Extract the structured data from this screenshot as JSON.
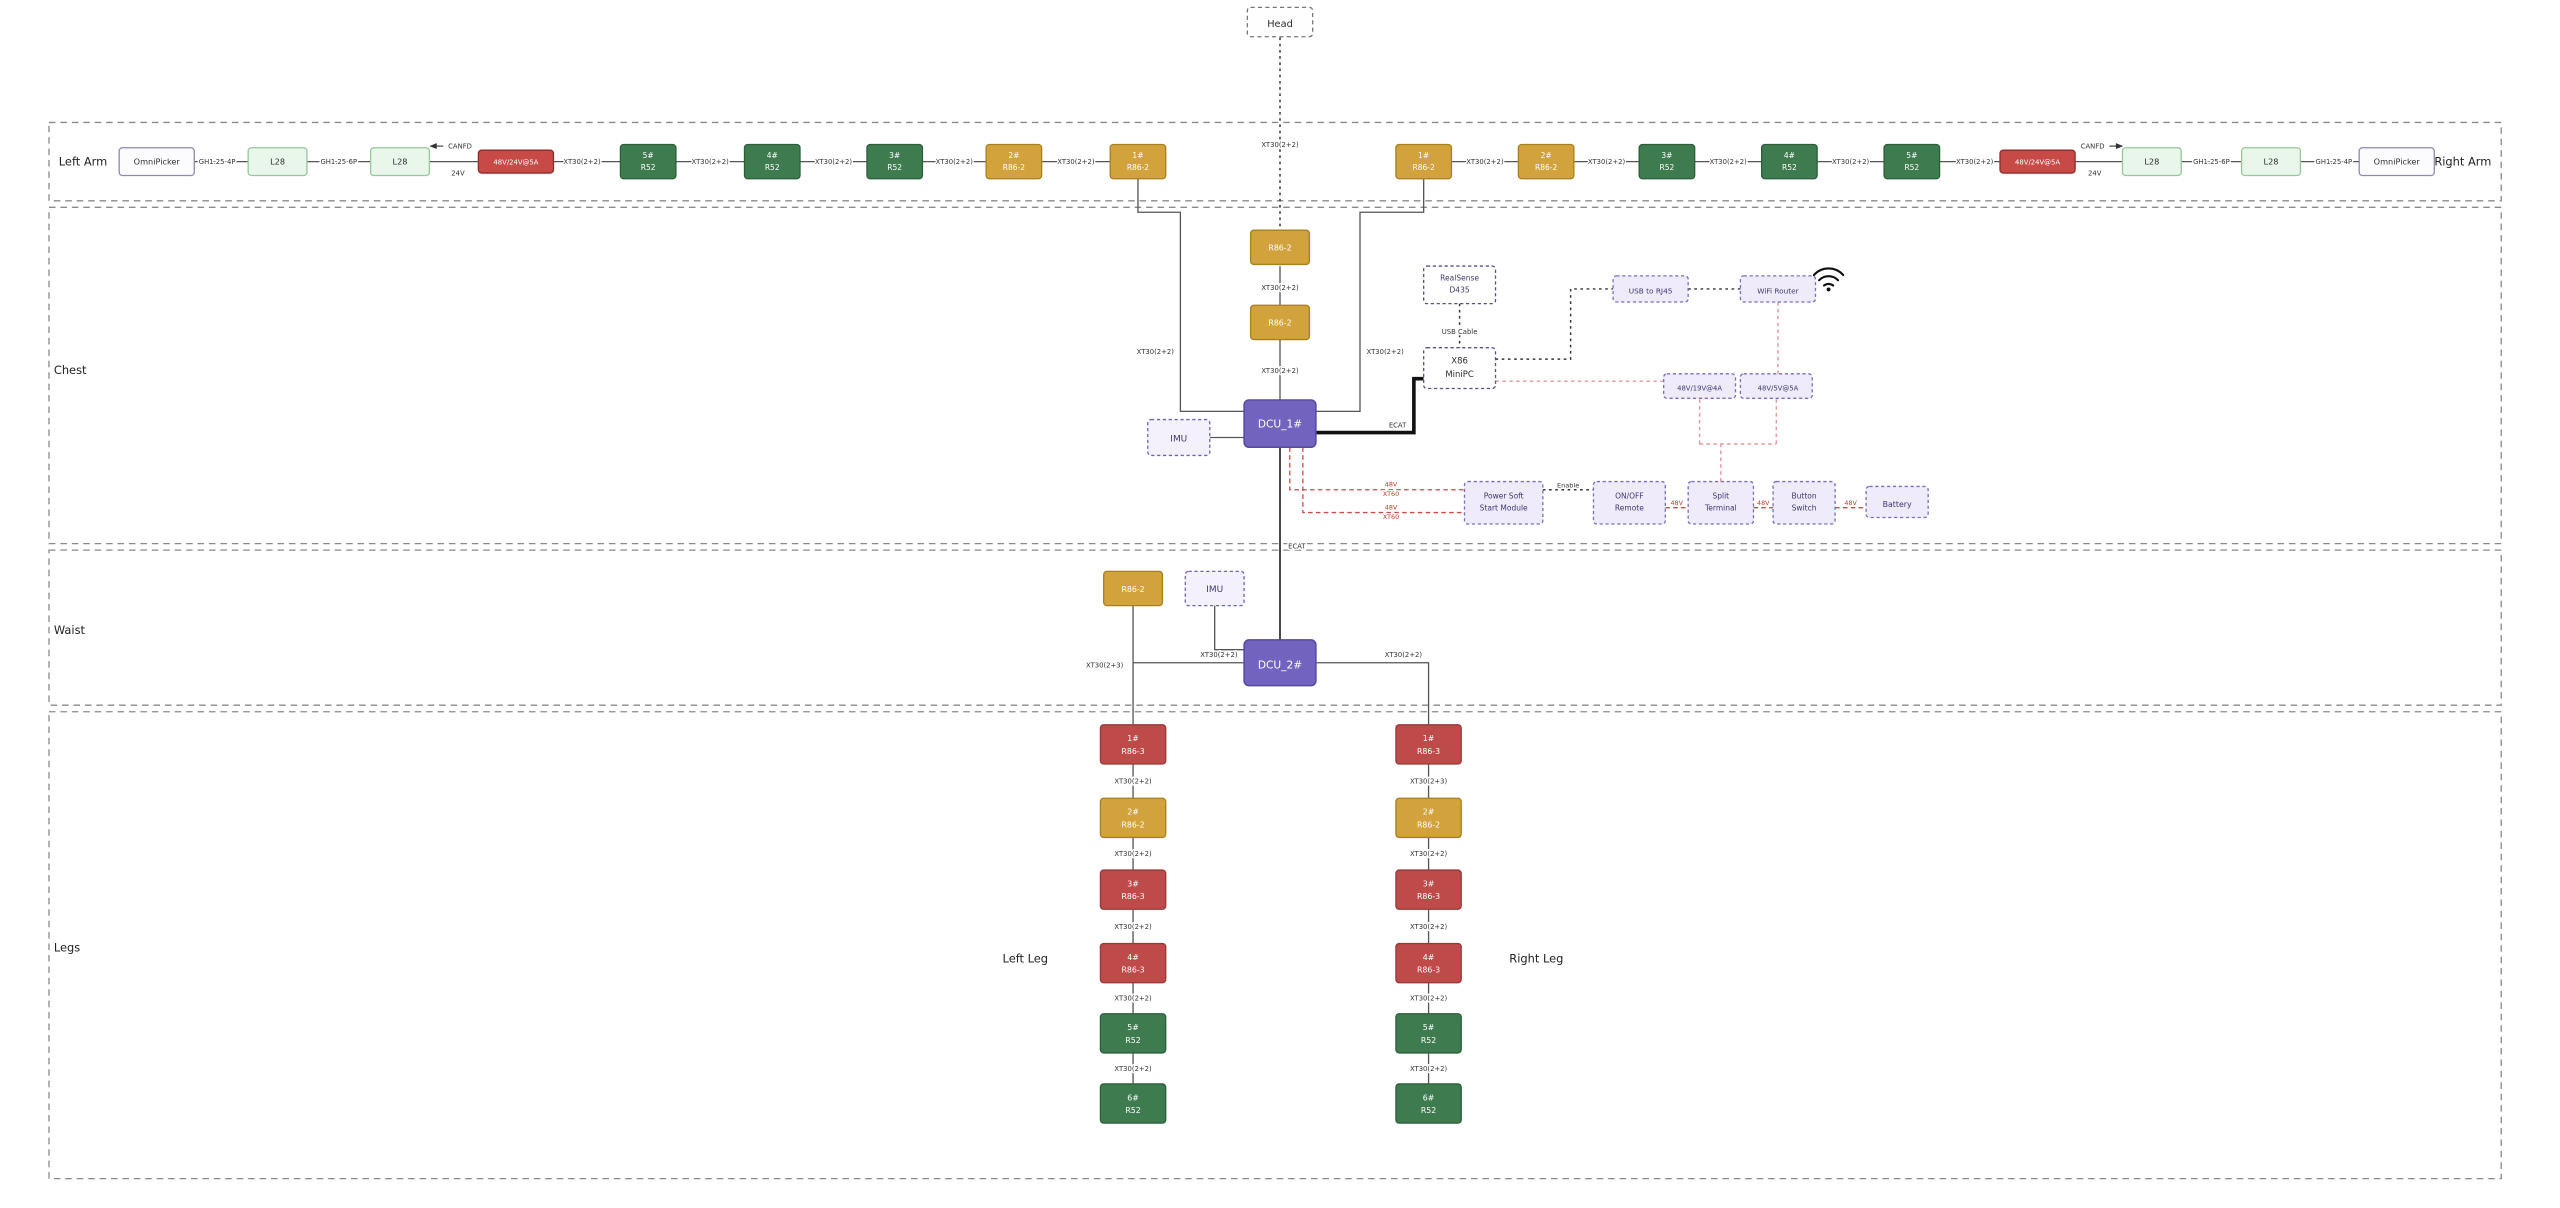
{
  "head": {
    "label": "Head",
    "connector": "XT30(2+2)"
  },
  "sections": {
    "left_arm": "Left Arm",
    "right_arm": "Right Arm",
    "chest": "Chest",
    "waist": "Waist",
    "legs": "Legs",
    "left_leg": "Left Leg",
    "right_leg": "Right Leg"
  },
  "left_arm": {
    "nodes": [
      {
        "id": "",
        "name": "OmniPicker",
        "type": "pick"
      },
      {
        "id": "",
        "name": "L28",
        "type": "lite"
      },
      {
        "id": "",
        "name": "L28",
        "type": "lite"
      },
      {
        "id": "",
        "name": "48V/24V@5A",
        "type": "power"
      },
      {
        "id": "5#",
        "name": "R52",
        "type": "green"
      },
      {
        "id": "4#",
        "name": "R52",
        "type": "green"
      },
      {
        "id": "3#",
        "name": "R52",
        "type": "green"
      },
      {
        "id": "2#",
        "name": "R86-2",
        "type": "gold"
      },
      {
        "id": "1#",
        "name": "R86-2",
        "type": "gold"
      }
    ],
    "links": [
      {
        "label": "GH1.25-4P"
      },
      {
        "label": "GH1.25-6P"
      },
      {
        "label": "CANFD",
        "label2": "24V",
        "arrow": "left"
      },
      {
        "label": "XT30(2+2)"
      },
      {
        "label": "XT30(2+2)"
      },
      {
        "label": "XT30(2+2)"
      },
      {
        "label": "XT30(2+2)"
      },
      {
        "label": "XT30(2+2)"
      }
    ],
    "to_dcu": "XT30(2+2)"
  },
  "right_arm": {
    "nodes": [
      {
        "id": "1#",
        "name": "R86-2",
        "type": "gold"
      },
      {
        "id": "2#",
        "name": "R86-2",
        "type": "gold"
      },
      {
        "id": "3#",
        "name": "R52",
        "type": "green"
      },
      {
        "id": "4#",
        "name": "R52",
        "type": "green"
      },
      {
        "id": "5#",
        "name": "R52",
        "type": "green"
      },
      {
        "id": "",
        "name": "48V/24V@5A",
        "type": "power"
      },
      {
        "id": "",
        "name": "L28",
        "type": "lite"
      },
      {
        "id": "",
        "name": "L28",
        "type": "lite"
      },
      {
        "id": "",
        "name": "OmniPicker",
        "type": "pick"
      }
    ],
    "links": [
      {
        "label": "XT30(2+2)"
      },
      {
        "label": "XT30(2+2)"
      },
      {
        "label": "XT30(2+2)"
      },
      {
        "label": "XT30(2+2)"
      },
      {
        "label": "XT30(2+2)"
      },
      {
        "label": "CANFD",
        "label2": "24V",
        "arrow": "right"
      },
      {
        "label": "GH1.25-6P"
      },
      {
        "label": "GH1.25-4P"
      }
    ],
    "to_dcu": "XT30(2+2)"
  },
  "chest": {
    "motors": [
      "R86-2",
      "R86-2"
    ],
    "motor_links": [
      "XT30(2+2)",
      "XT30(2+2)"
    ],
    "dcu1": "DCU_1#",
    "imu": "IMU",
    "realsense": {
      "line1": "RealSense",
      "line2": "D435"
    },
    "pc": {
      "line1": "X86",
      "line2": "MiniPC"
    },
    "usb_rj45": "USB to RJ45",
    "wifi_router": "WiFi Router",
    "brick_19v": "48V/19V@4A",
    "brick_5v": "48V/5V@5A",
    "soft_start": {
      "line1": "Power Soft",
      "line2": "Start Module"
    },
    "remote": {
      "line1": "ON/OFF",
      "line2": "Remote"
    },
    "split": {
      "line1": "Split",
      "line2": "Terminal"
    },
    "button": {
      "line1": "Button",
      "line2": "Switch"
    },
    "battery": "Battery",
    "labels": {
      "usb_cable": "USB Cable",
      "ecat": "ECAT",
      "enable": "Enable",
      "wire_a1": "48V",
      "wire_a2": "XT60",
      "wire_b1": "48V",
      "wire_b2": "XT60",
      "wire_remote_split": "48V",
      "wire_split_button": "48V",
      "wire_button_battery": "48V"
    }
  },
  "waist": {
    "motor": "R86-2",
    "imu": "IMU",
    "dcu2": "DCU_2#",
    "ecat": "ECAT",
    "link_motor": "XT30(2+2)",
    "link_left": "XT30(2+3)",
    "link_right": "XT30(2+2)"
  },
  "legs": {
    "left": {
      "nodes": [
        {
          "id": "1#",
          "name": "R86-3",
          "type": "red"
        },
        {
          "id": "2#",
          "name": "R86-2",
          "type": "gold"
        },
        {
          "id": "3#",
          "name": "R86-3",
          "type": "red"
        },
        {
          "id": "4#",
          "name": "R86-3",
          "type": "red"
        },
        {
          "id": "5#",
          "name": "R52",
          "type": "green"
        },
        {
          "id": "6#",
          "name": "R52",
          "type": "green"
        }
      ],
      "links": [
        "XT30(2+2)",
        "XT30(2+2)",
        "XT30(2+2)",
        "XT30(2+2)",
        "XT30(2+2)"
      ]
    },
    "right": {
      "nodes": [
        {
          "id": "1#",
          "name": "R86-3",
          "type": "red"
        },
        {
          "id": "2#",
          "name": "R86-2",
          "type": "gold"
        },
        {
          "id": "3#",
          "name": "R86-3",
          "type": "red"
        },
        {
          "id": "4#",
          "name": "R86-3",
          "type": "red"
        },
        {
          "id": "5#",
          "name": "R52",
          "type": "green"
        },
        {
          "id": "6#",
          "name": "R52",
          "type": "green"
        }
      ],
      "links": [
        "XT30(2+3)",
        "XT30(2+2)",
        "XT30(2+2)",
        "XT30(2+2)",
        "XT30(2+2)"
      ]
    }
  },
  "colors": {
    "gold": "#D2A23C",
    "green": "#3E7C4F",
    "red": "#BE4A4A",
    "power_red": "#C84A46",
    "purple": "#7163BE",
    "lavender": "#EFEBFB",
    "wire_red": "#CC4B46",
    "wire_pink": "#E39AA3",
    "line": "#555555"
  }
}
